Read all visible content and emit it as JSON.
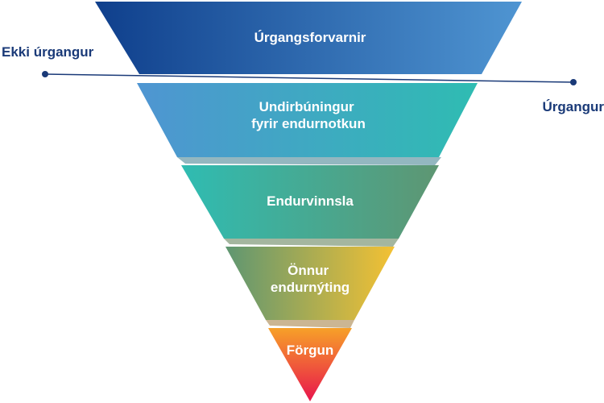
{
  "tiers": [
    {
      "id": "prevention",
      "lines": [
        "Úrgangsforvarnir"
      ],
      "color_start": "#0f3f8c",
      "color_end": "#4f95d2"
    },
    {
      "id": "reuse_prep",
      "lines": [
        "Undirbúningur",
        "fyrir endurnotkun"
      ],
      "color_start": "#4f95d2",
      "color_end": "#2fbcb2"
    },
    {
      "id": "recycling",
      "lines": [
        "Endurvinnsla"
      ],
      "color_start": "#2fbcb2",
      "color_end": "#5e9672"
    },
    {
      "id": "other_recovery",
      "lines": [
        "Önnur",
        "endurnýting"
      ],
      "color_start": "#5e9672",
      "color_end": "#f4c133"
    },
    {
      "id": "disposal",
      "lines": [
        "Förgun"
      ],
      "color_start": "#f7a128",
      "color_end": "#e8154c"
    }
  ],
  "divider": {
    "left_label": "Ekki úrgangur",
    "right_label": "Úrgangur",
    "color": "#1a3a78"
  }
}
